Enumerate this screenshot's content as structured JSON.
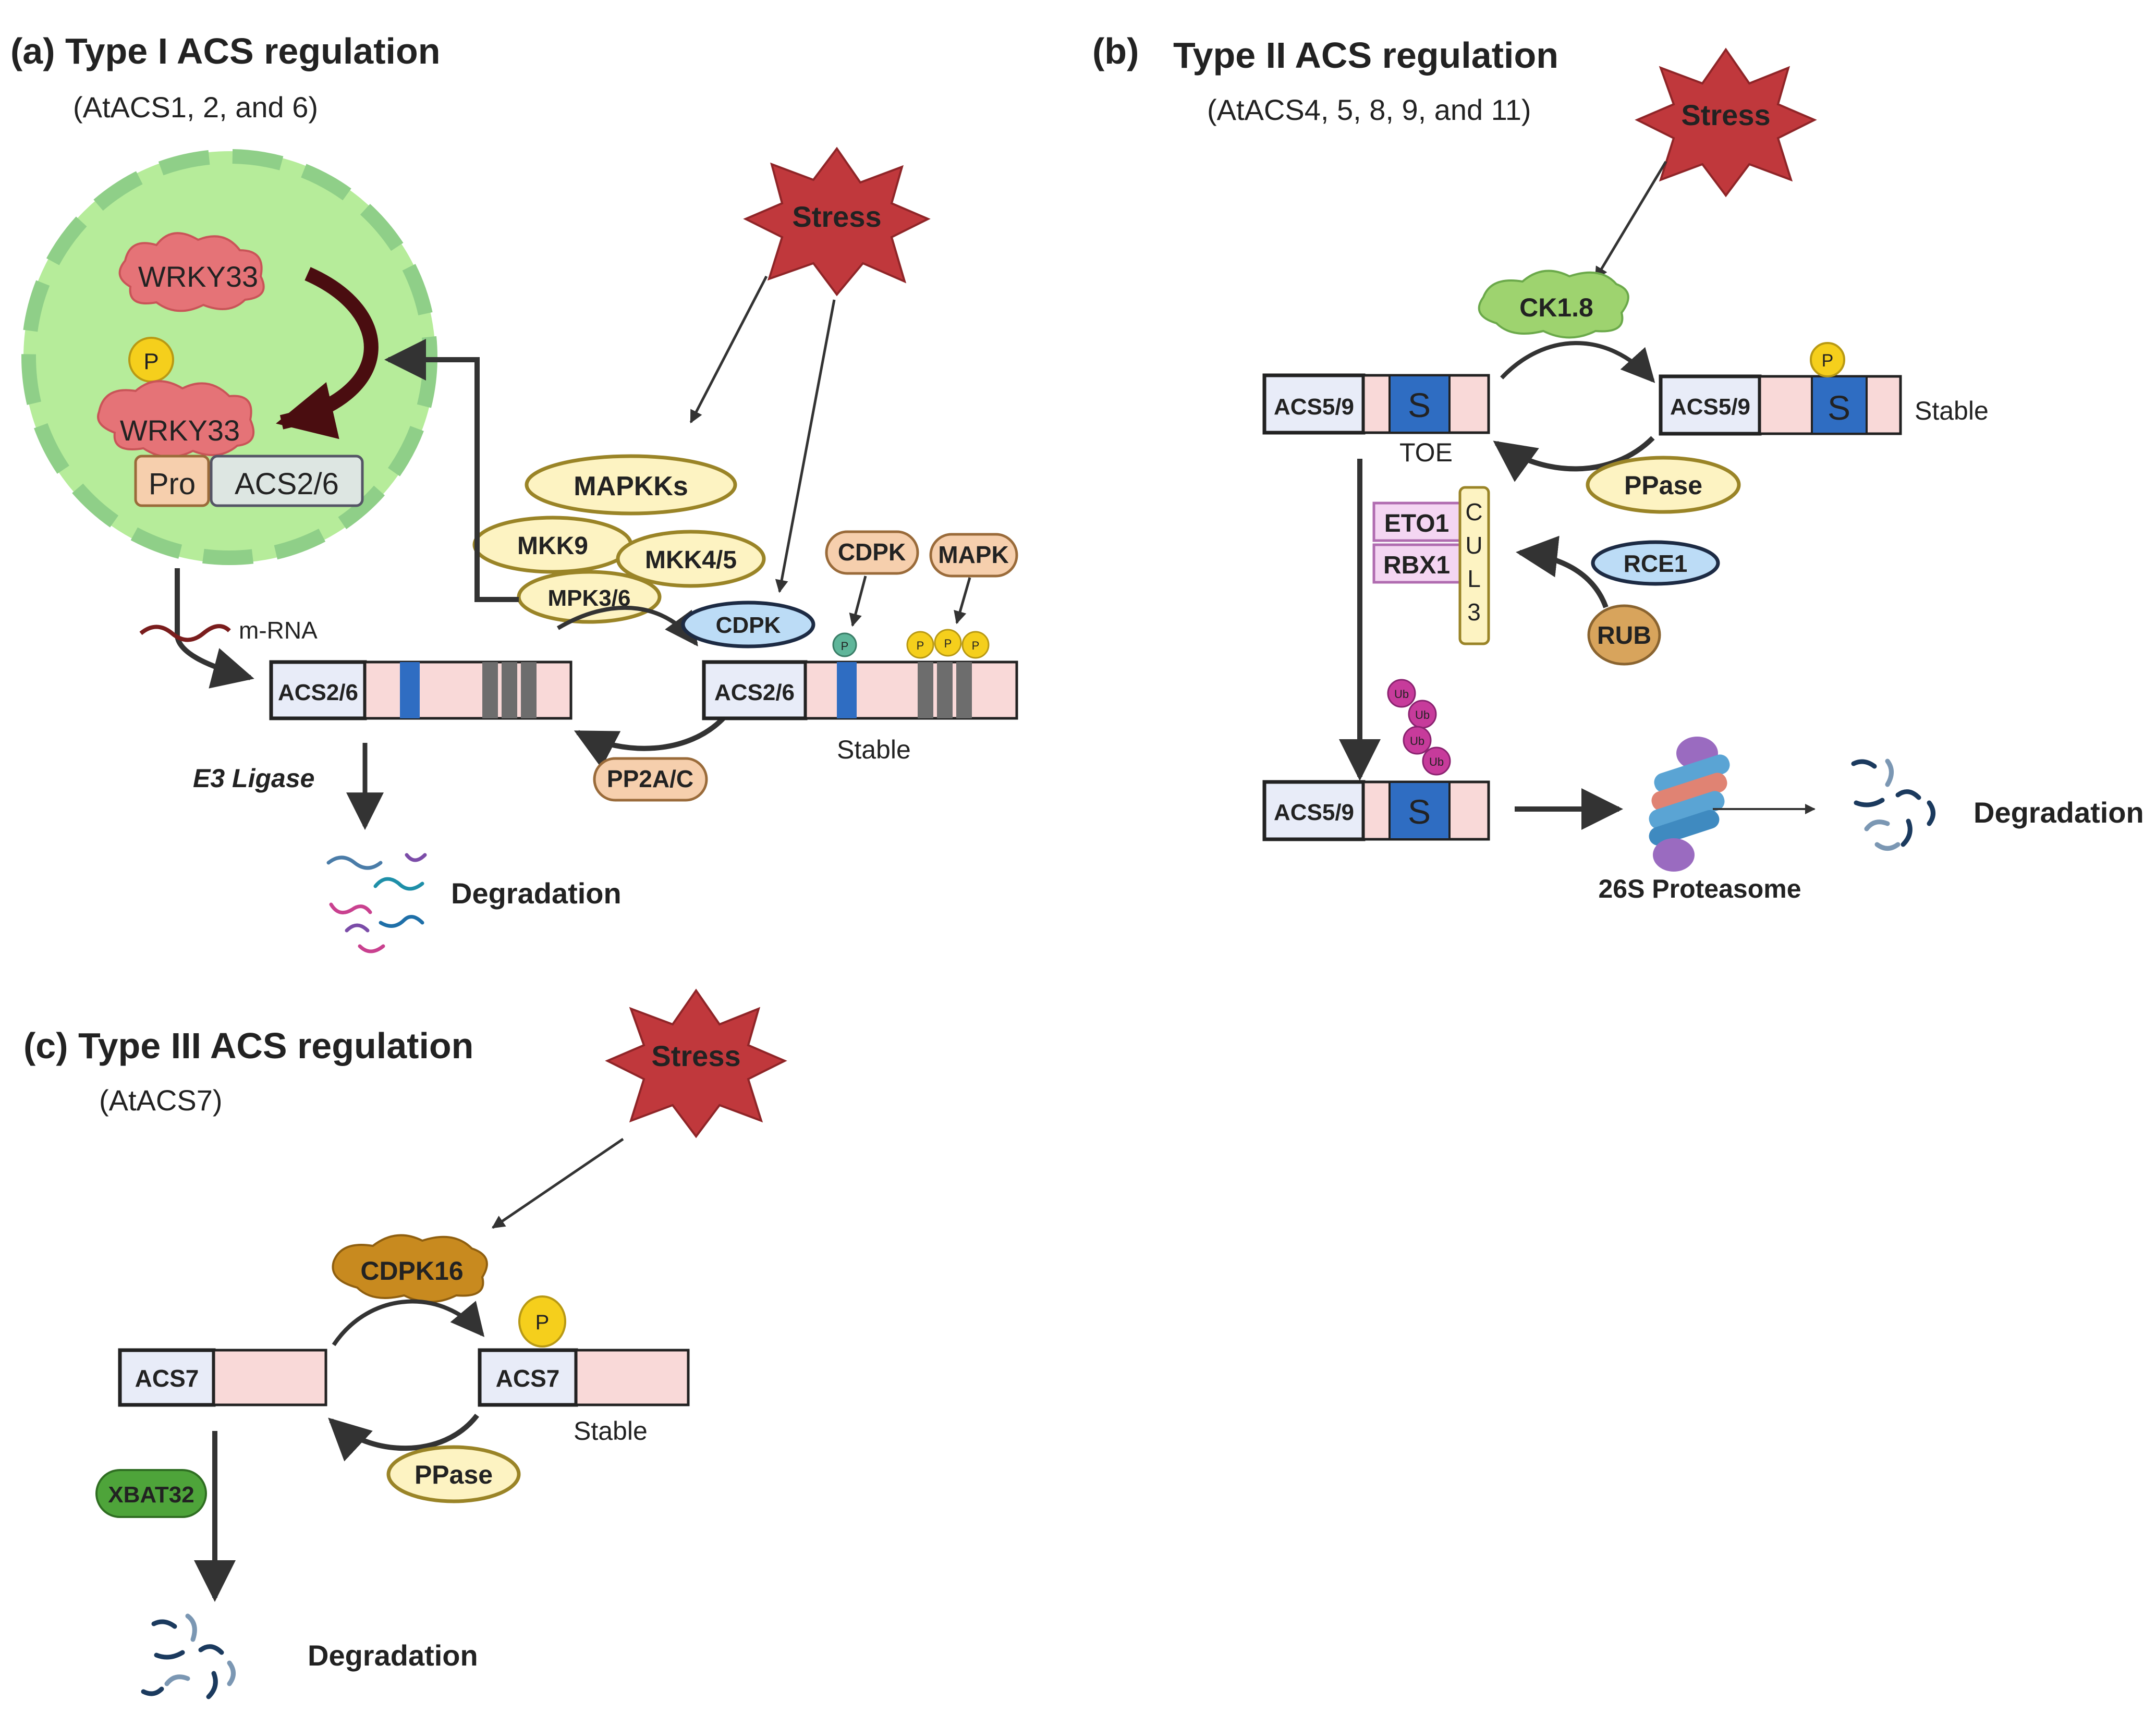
{
  "panel_a": {
    "letter": "(a)",
    "title": "Type I ACS regulation",
    "subtitle": "(AtACS1, 2, and 6)",
    "stress": "Stress",
    "wrky_top": "WRKY33",
    "wrky_bottom": "WRKY33",
    "p": "P",
    "pro": "Pro",
    "gene": "ACS2/6",
    "mrna": "m-RNA",
    "mapkks": "MAPKKs",
    "mkk9": "MKK9",
    "mkk45": "MKK4/5",
    "mpk36": "MPK3/6",
    "cdpk_bound": "CDPK",
    "cdpk_label": "CDPK",
    "mapk_label": "MAPK",
    "acs_left": "ACS2/6",
    "acs_right": "ACS2/6",
    "pp2a": "PP2A/C",
    "stable": "Stable",
    "e3": "E3 Ligase",
    "degradation": "Degradation"
  },
  "panel_b": {
    "letter": "(b)",
    "title": "Type II ACS regulation",
    "subtitle": "(AtACS4, 5, 8, 9, and 11)",
    "stress": "Stress",
    "ck18": "CK1.8",
    "acs_left": "ACS5/9",
    "acs_right": "ACS5/9",
    "acs_bottom": "ACS5/9",
    "s": "S",
    "toe": "TOE",
    "stable": "Stable",
    "pp": "P",
    "ppase": "PPase",
    "eto1": "ETO1",
    "rbx1": "RBX1",
    "cul3": [
      "C",
      "U",
      "L",
      "3"
    ],
    "rce1": "RCE1",
    "rub": "RUB",
    "ub": "Ub",
    "proteasome": "26S Proteasome",
    "degradation": "Degradation"
  },
  "panel_c": {
    "letter": "(c)",
    "title": "Type III ACS regulation",
    "subtitle": "(AtACS7)",
    "stress": "Stress",
    "cdpk16": "CDPK16",
    "acs_left": "ACS7",
    "acs_right": "ACS7",
    "p": "P",
    "stable": "Stable",
    "ppase": "PPase",
    "xbat32": "XBAT32",
    "degradation": "Degradation"
  },
  "colors": {
    "stress": "#c0383c",
    "nucleus": "#b6ec9a",
    "wrky": "#e57377",
    "yellow_oval": "#fdf3c2",
    "oval_border": "#9a8427",
    "tan": "#f6cfad",
    "acs_head": "#e8ecf8",
    "acs_body": "#f9d9d8",
    "blue_domain": "#2f6dc2",
    "grey_domain": "#6d6d6d",
    "phospho": "#f5cf1c"
  }
}
